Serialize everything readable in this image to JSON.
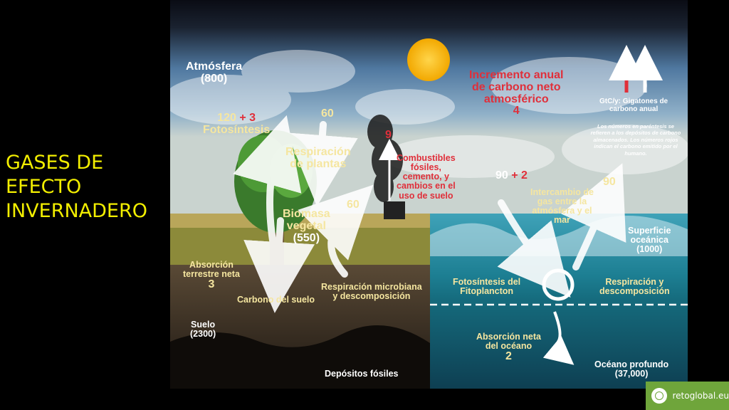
{
  "slide": {
    "title_lines": [
      "GASES DE",
      "EFECTO",
      "INVERNADERO"
    ]
  },
  "diagram": {
    "atmosphere": {
      "label": "Atmósfera",
      "store": "(800)"
    },
    "photosynthesis": {
      "value": "120",
      "increment": "+ 3",
      "label": "Fotosíntesis"
    },
    "plant_respiration": {
      "value": "60",
      "label_line1": "Respiración",
      "label_line2": "de plantas"
    },
    "fossil_fuels": {
      "value": "9",
      "lines": [
        "Combustibles",
        "fósiles,",
        "cemento, y",
        "cambios en el",
        "uso de suelo"
      ]
    },
    "annual_increase": {
      "lines": [
        "Incremento anual",
        "de carbono neto",
        "atmosférico"
      ],
      "value": "4"
    },
    "legend": {
      "label_line1": "GtC/y: Gigatones de",
      "label_line2": "carbono anual"
    },
    "note": "Los números en paréntesis se refieren a los depósitos de carbono almacenados. Los números rojos indican el carbono emitido por el humano.",
    "vegetal_biomass": {
      "line1": "Biomasa",
      "line2": "vegetal",
      "store": "(550)"
    },
    "microbial_respiration": {
      "value": "60",
      "line1": "Respiración microbiana",
      "line2": "y descomposición"
    },
    "land_absorption": {
      "line1": "Absorción",
      "line2": "terrestre neta",
      "value": "3"
    },
    "soil_carbon": {
      "label": "Carbono del suelo"
    },
    "soil": {
      "label": "Suelo",
      "store": "(2300)"
    },
    "fossil_deposits": {
      "label": "Depósitos fósiles"
    },
    "gas_exchange": {
      "value_in": "90",
      "increment": "+ 2",
      "value_out": "90",
      "lines": [
        "Intercambio de",
        "gas entre la",
        "atmósfera y el",
        "mar"
      ]
    },
    "ocean_surface": {
      "line1": "Superficie",
      "line2": "oceánica",
      "store": "(1000)"
    },
    "phytoplankton": {
      "line1": "Fotosíntesis del",
      "line2": "Fitoplancton"
    },
    "ocean_respiration": {
      "line1": "Respiración y",
      "line2": "descomposición"
    },
    "ocean_absorption": {
      "line1": "Absorción neta",
      "line2": "del océano",
      "value": "2"
    },
    "deep_ocean": {
      "label": "Océano profundo",
      "store": "(37,000)"
    }
  },
  "brand": {
    "text": "retoglobal.eu"
  },
  "colors": {
    "title": "#f2ee00",
    "label_yellow": "#f5e6a0",
    "human_red": "#e02f3a",
    "brand_green": "#6fa53b"
  }
}
